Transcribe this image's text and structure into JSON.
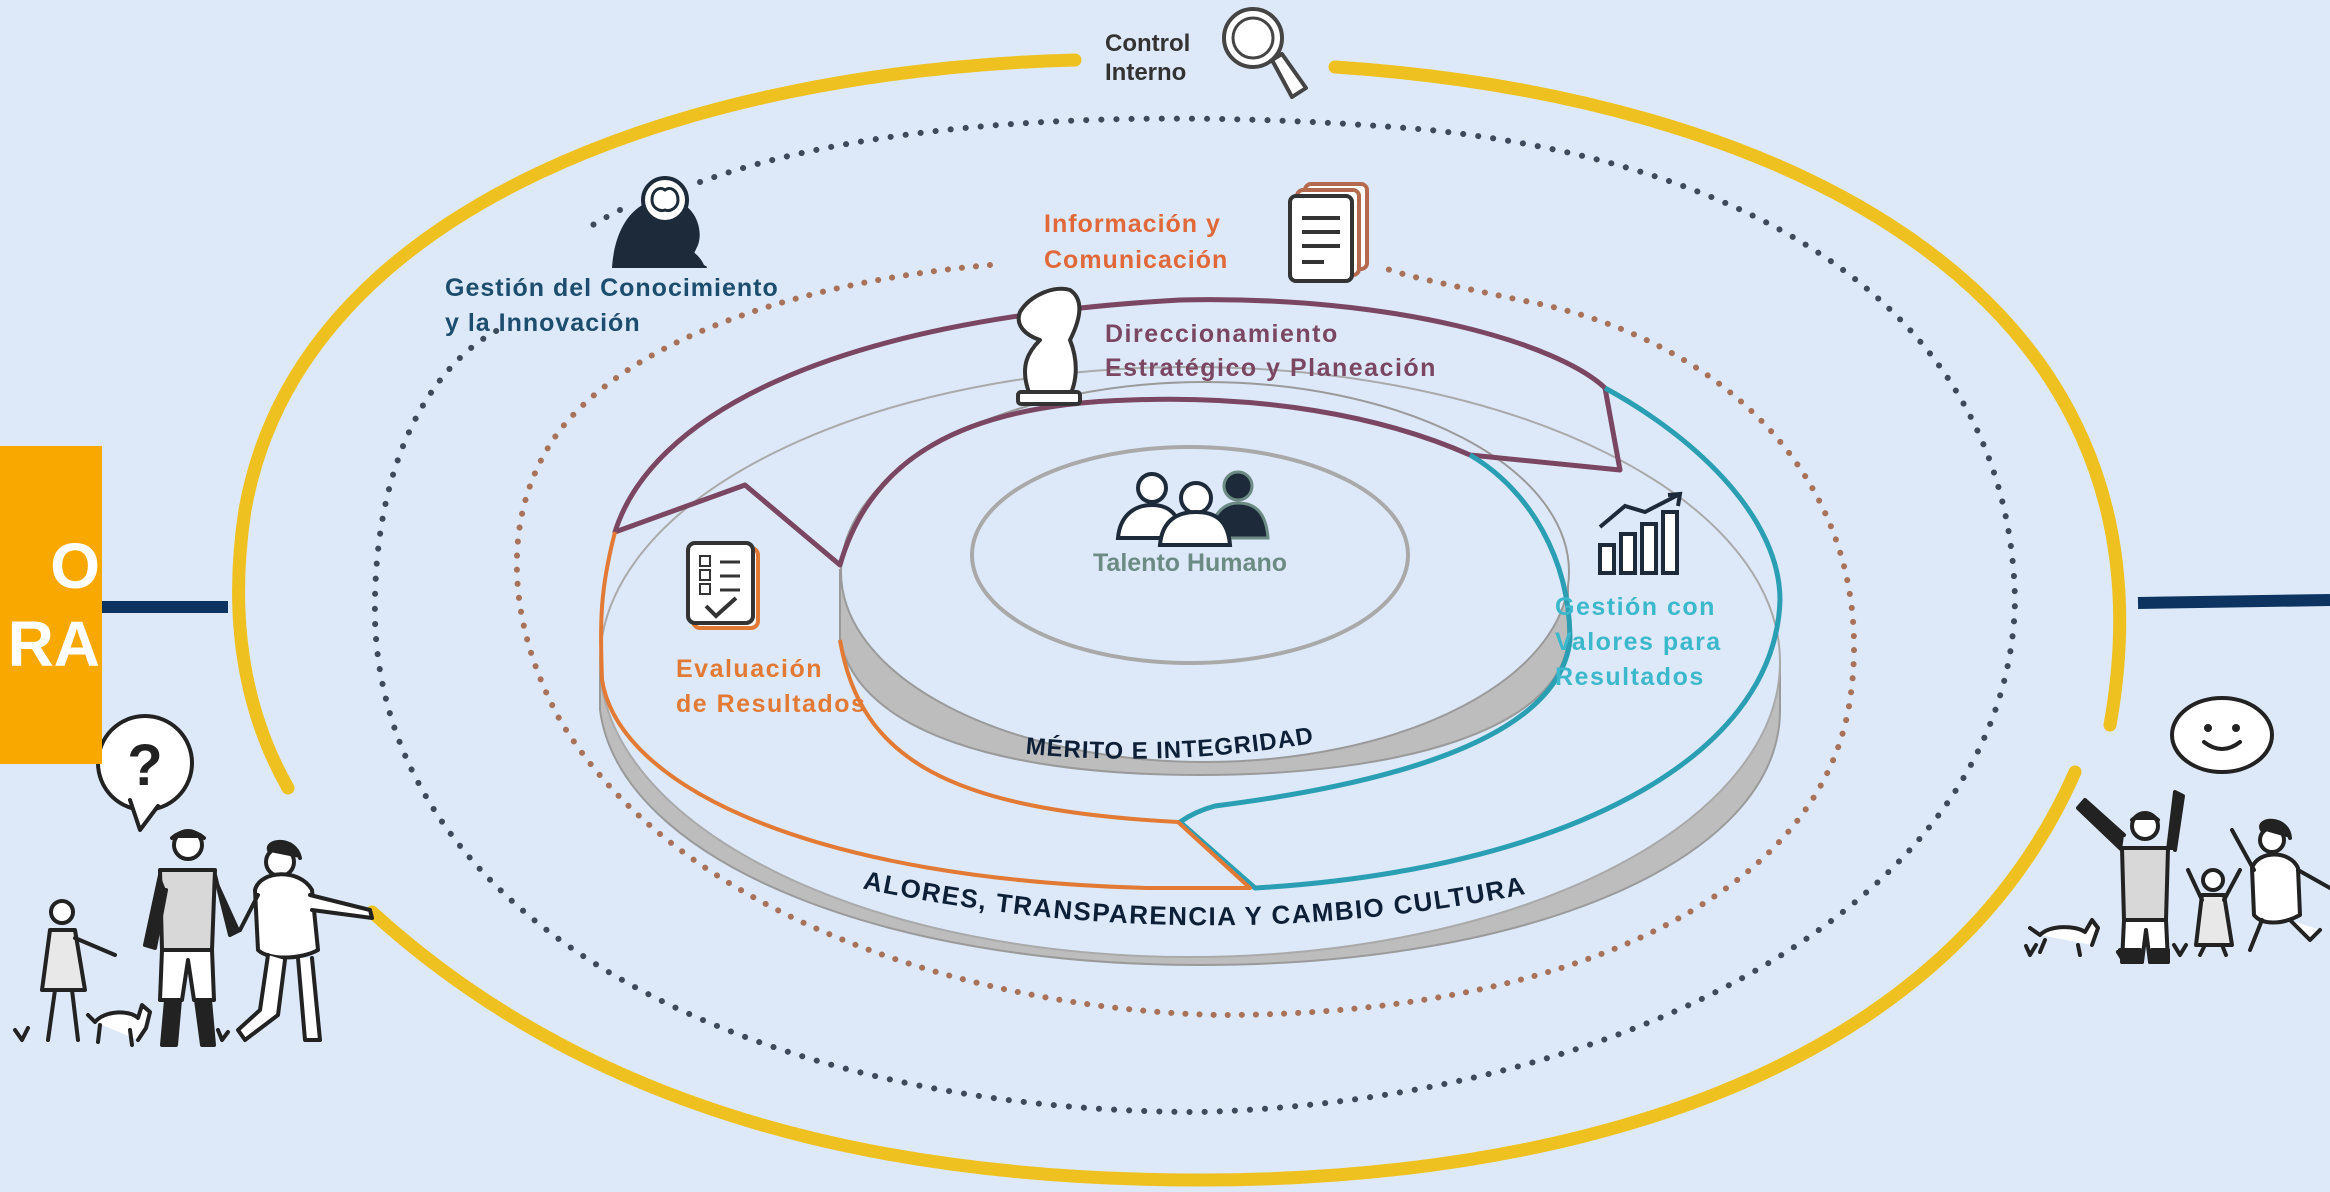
{
  "colors": {
    "background": "#dde9f8",
    "outer_ring": "#efc120",
    "dotted_dark": "#3d4a5c",
    "dotted_brown": "#a8725a",
    "disk_side": "#bdbdbd",
    "direccionamiento": "#7a4662",
    "gestion_valores": "#2a9fb3",
    "evaluacion": "#e27a36",
    "talento": "#6b8b84",
    "conocimiento": "#1d4d6e",
    "informacion": "#e0683a",
    "orange_box": "#f9a800",
    "navy_line": "#0d3460"
  },
  "side_box": {
    "line1": "O",
    "line2": "RA"
  },
  "control_interno": {
    "line1": "Control",
    "line2": "Interno",
    "icon": "magnifier-icon"
  },
  "conocimiento": {
    "line1": "Gestión del Conocimiento",
    "line2": "y la Innovación",
    "icon": "brain-head-icon"
  },
  "informacion": {
    "line1": "Información y",
    "line2": "Comunicación",
    "icon": "documents-icon"
  },
  "direccionamiento": {
    "line1": "Direccionamiento",
    "line2": "Estratégico y Planeación",
    "icon": "chess-knight-icon"
  },
  "talento": {
    "label": "Talento Humano",
    "icon": "people-group-icon"
  },
  "gestion_valores": {
    "line1": "Gestión con",
    "line2": "Valores para",
    "line3": "Resultados",
    "icon": "bar-chart-icon"
  },
  "evaluacion": {
    "line1": "Evaluación",
    "line2": "de Resultados",
    "icon": "checklist-icon"
  },
  "merito": {
    "label": "MÉRITO E INTEGRIDAD"
  },
  "valores": {
    "label": "VALORES, TRANSPARENCIA Y CAMBIO CULTURAL"
  },
  "left_family": {
    "icon": "question-bubble-icon",
    "bubble_text": "?"
  },
  "right_family": {
    "icon": "smiley-bubble-icon"
  }
}
